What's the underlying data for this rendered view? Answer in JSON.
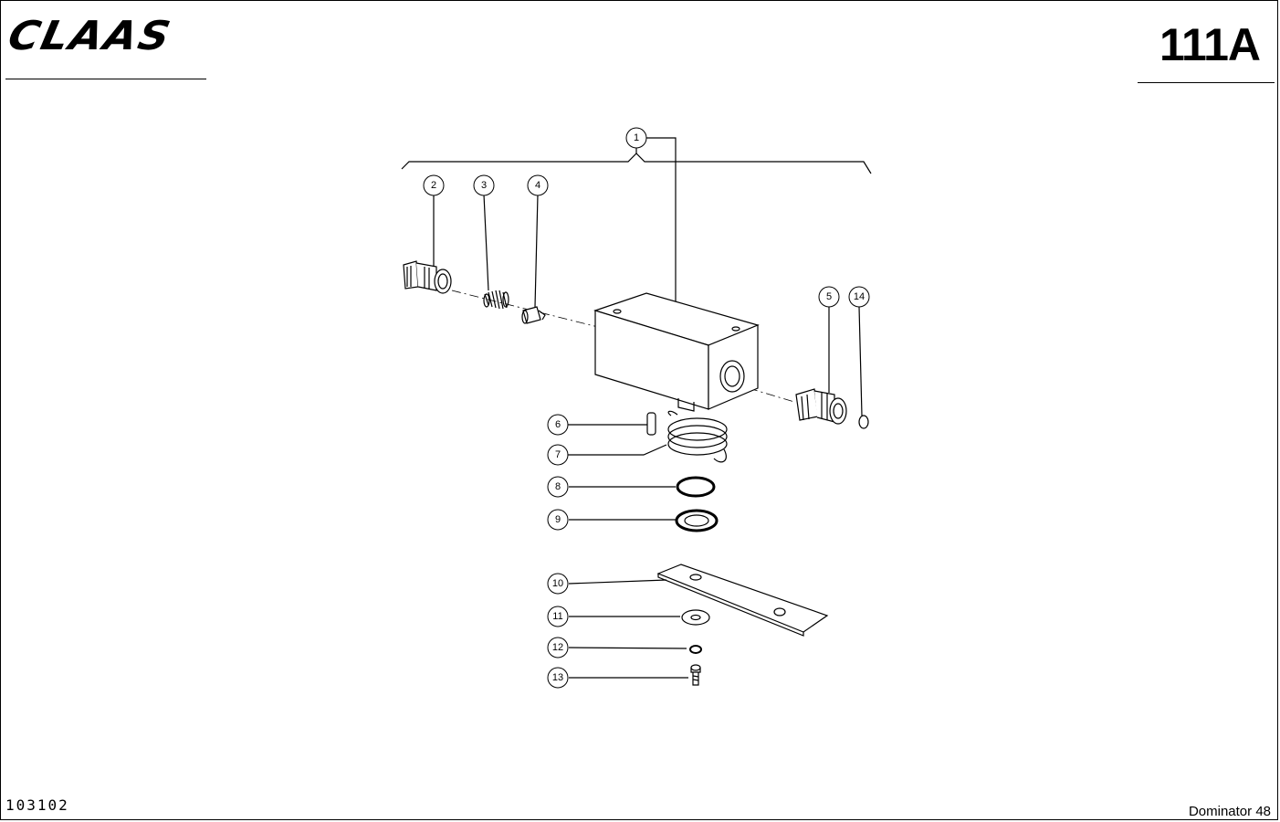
{
  "header": {
    "brand": "CLAAS",
    "page_code": "111A"
  },
  "footer": {
    "document_number": "103102",
    "model": "Dominator 48"
  },
  "callouts": {
    "c1": "1",
    "c2": "2",
    "c3": "3",
    "c4": "4",
    "c5": "5",
    "c6": "6",
    "c7": "7",
    "c8": "8",
    "c9": "9",
    "c10": "10",
    "c11": "11",
    "c12": "12",
    "c13": "13",
    "c14": "14"
  }
}
